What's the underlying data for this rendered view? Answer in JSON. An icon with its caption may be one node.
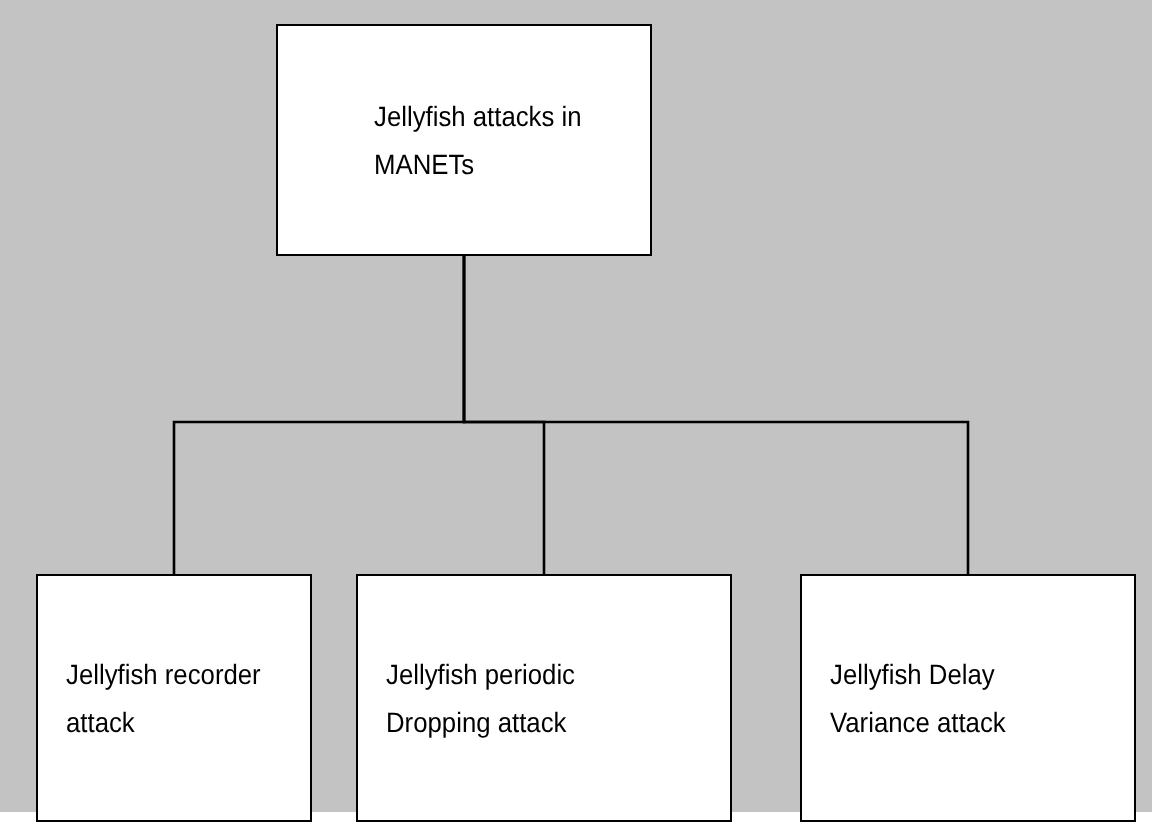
{
  "diagram": {
    "nodes": [
      {
        "text": [
          "Jellyfish attacks in MANETs"
        ]
      },
      {
        "text": [
          "Jellyfish recorder attack"
        ]
      },
      {
        "text": [
          "Jellyfish periodic Dropping attack"
        ]
      },
      {
        "text": [
          "Jellyfish Delay Variance attack"
        ]
      }
    ],
    "edges": [
      {
        "from": 0,
        "to": 1,
        "arrow": "none"
      },
      {
        "from": 0,
        "to": 2,
        "arrow": "none"
      },
      {
        "from": 0,
        "to": 3,
        "arrow": "none"
      }
    ]
  }
}
